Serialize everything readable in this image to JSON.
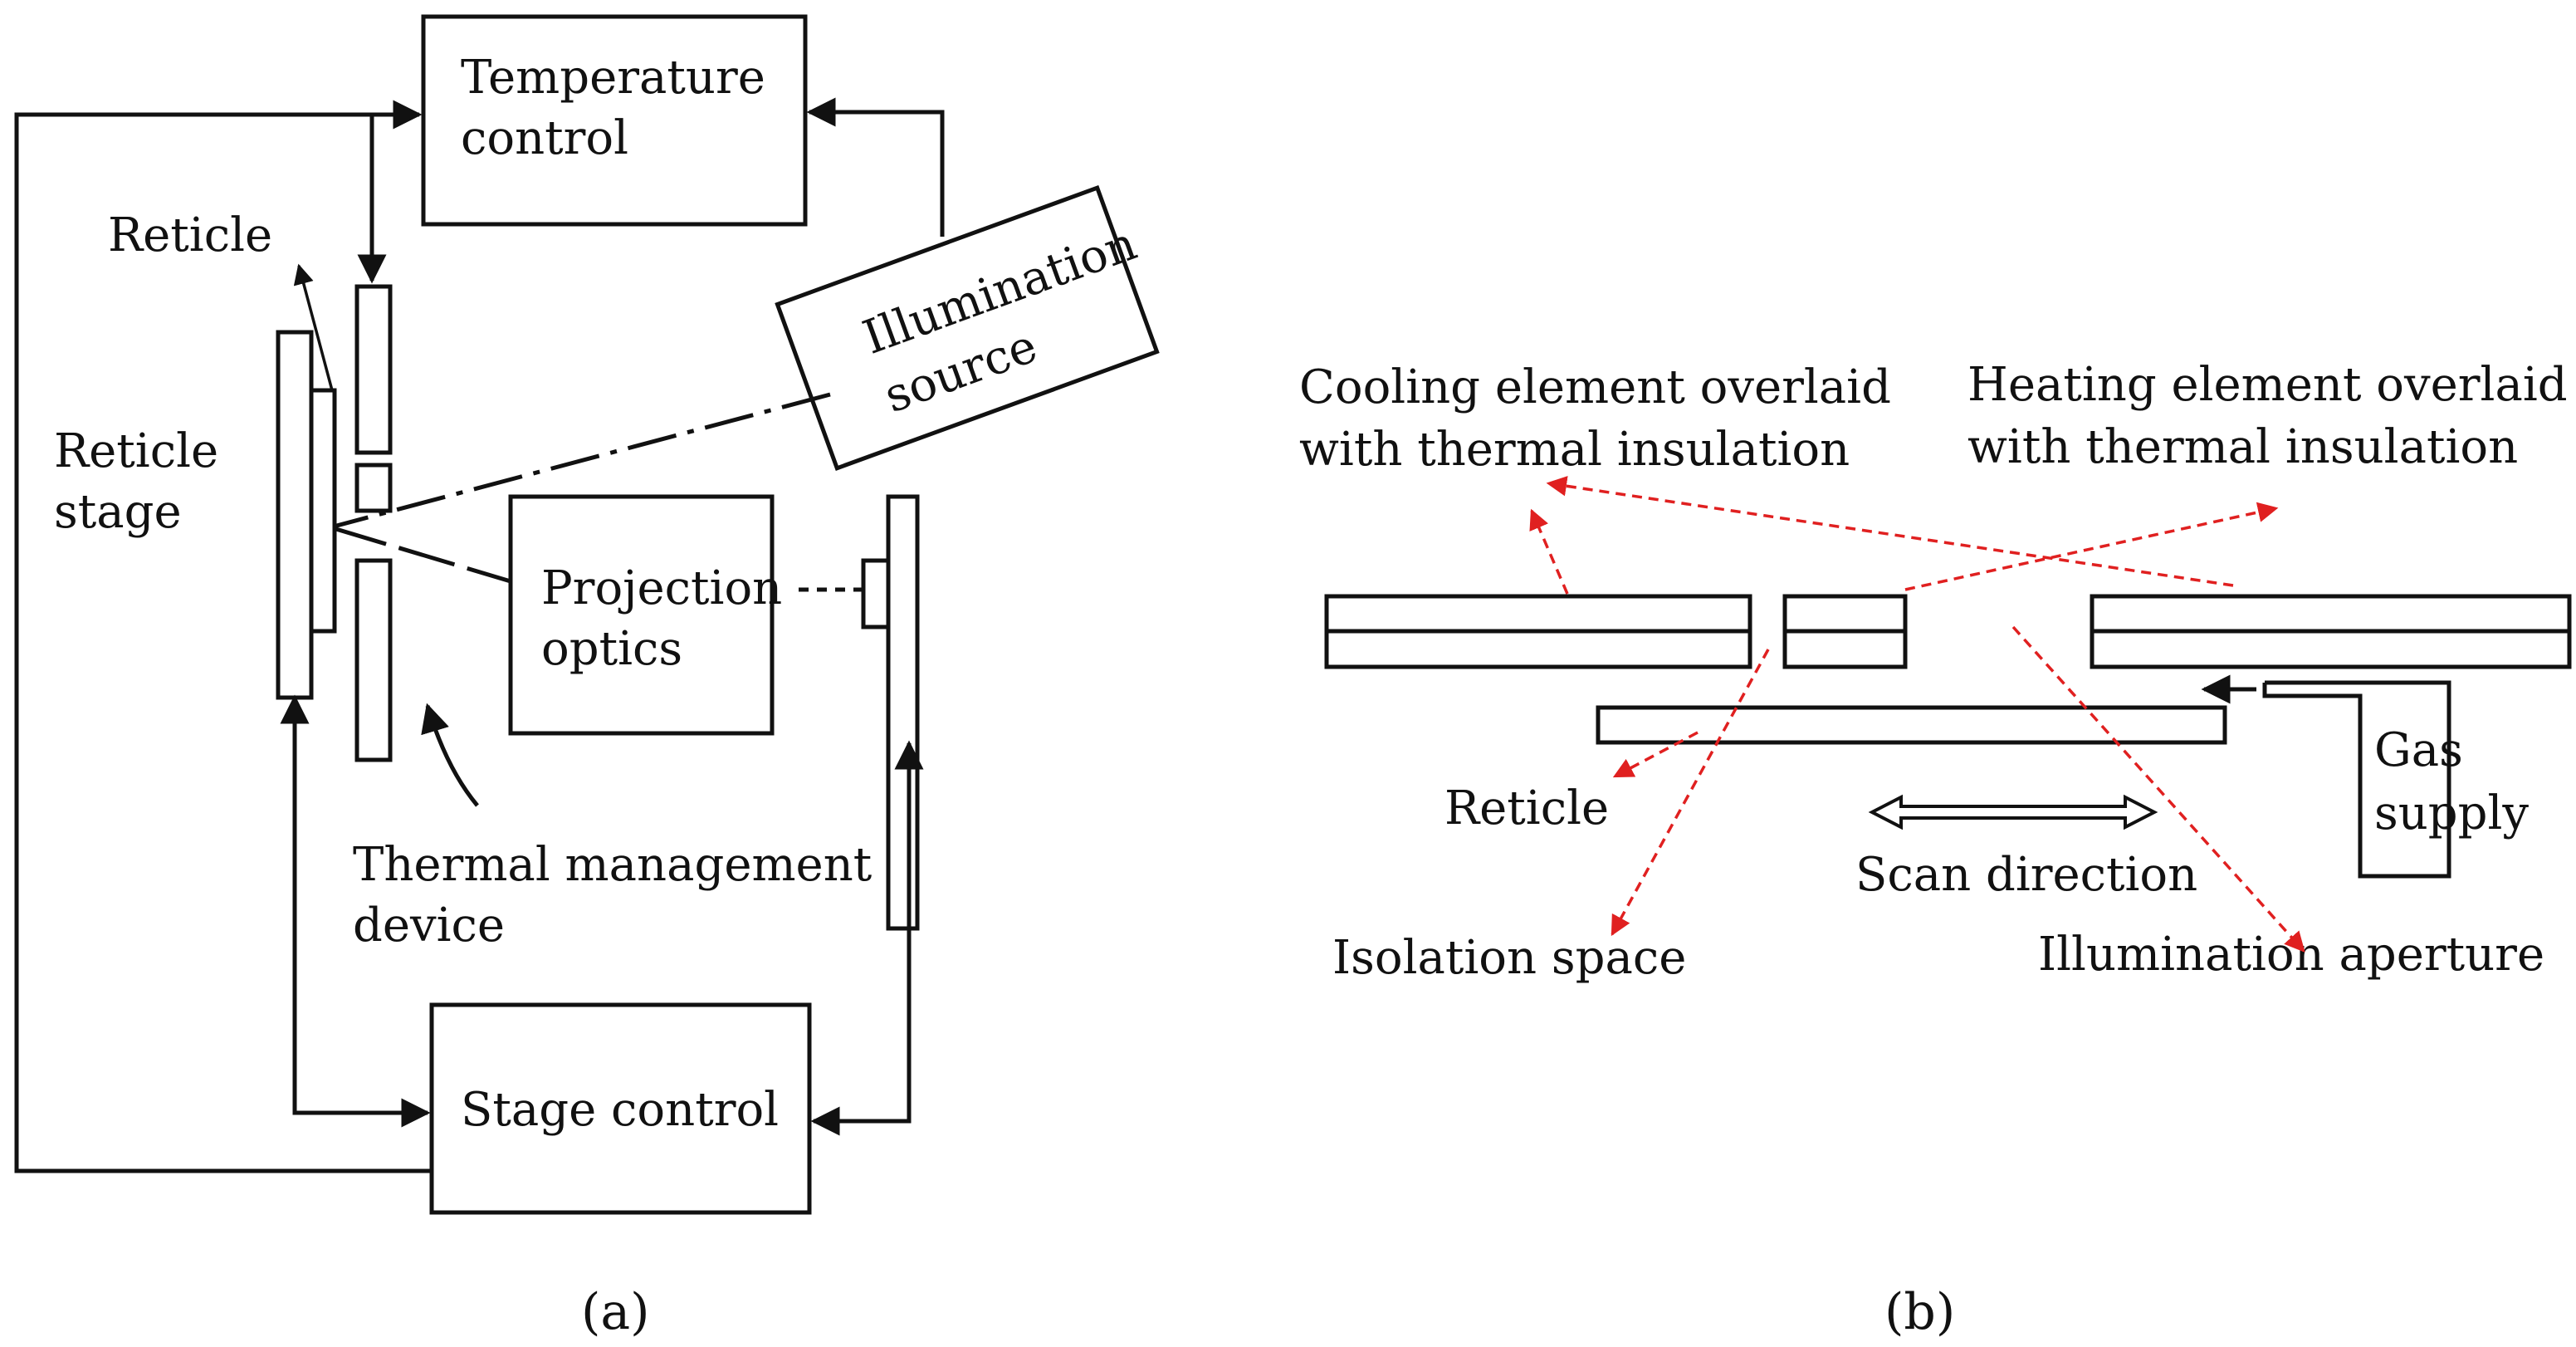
{
  "panel_a": {
    "caption": "(a)",
    "temperature_control": [
      "Temperature",
      "control"
    ],
    "illumination_source": [
      "Illumination",
      "source"
    ],
    "projection_optics": [
      "Projection",
      "optics"
    ],
    "stage_control": "Stage control",
    "reticle": "Reticle",
    "reticle_stage": [
      "Reticle",
      "stage"
    ],
    "thermal_management_device": [
      "Thermal management",
      "device"
    ]
  },
  "panel_b": {
    "caption": "(b)",
    "cooling_element": [
      "Cooling element overlaid",
      "with thermal insulation"
    ],
    "heating_element": [
      "Heating element overlaid",
      "with thermal insulation"
    ],
    "reticle": "Reticle",
    "isolation_space": "Isolation space",
    "scan_direction": "Scan direction",
    "illumination_aperture": "Illumination aperture",
    "gas_supply": [
      "Gas",
      "supply"
    ]
  },
  "colors": {
    "line": "#111111",
    "annotation_arrow": "#e02020"
  }
}
